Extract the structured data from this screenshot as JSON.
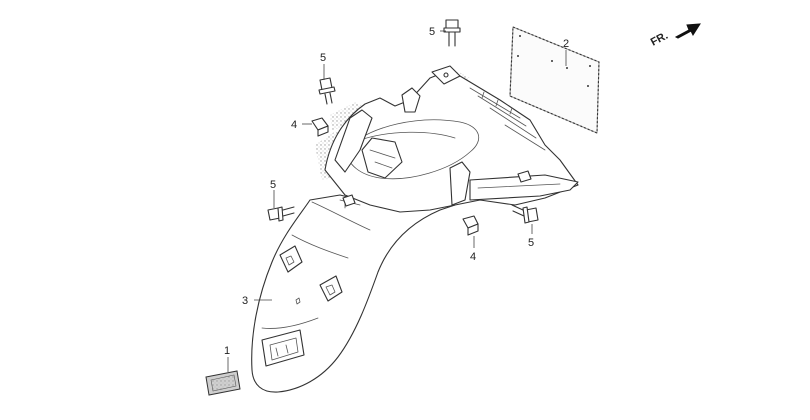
{
  "direction_indicator": {
    "label": "FR."
  },
  "callouts": [
    {
      "id": "callout-1",
      "number": "1",
      "part": "reflector"
    },
    {
      "id": "callout-2",
      "number": "2",
      "part": "license-plate-seal"
    },
    {
      "id": "callout-3",
      "number": "3",
      "part": "rear-fender"
    },
    {
      "id": "callout-4a",
      "number": "4",
      "part": "clip-nut"
    },
    {
      "id": "callout-4b",
      "number": "4",
      "part": "clip-nut"
    },
    {
      "id": "callout-5a",
      "number": "5",
      "part": "flange-bolt"
    },
    {
      "id": "callout-5b",
      "number": "5",
      "part": "flange-bolt"
    },
    {
      "id": "callout-5c",
      "number": "5",
      "part": "flange-bolt"
    },
    {
      "id": "callout-5d",
      "number": "5",
      "part": "flange-bolt"
    }
  ]
}
